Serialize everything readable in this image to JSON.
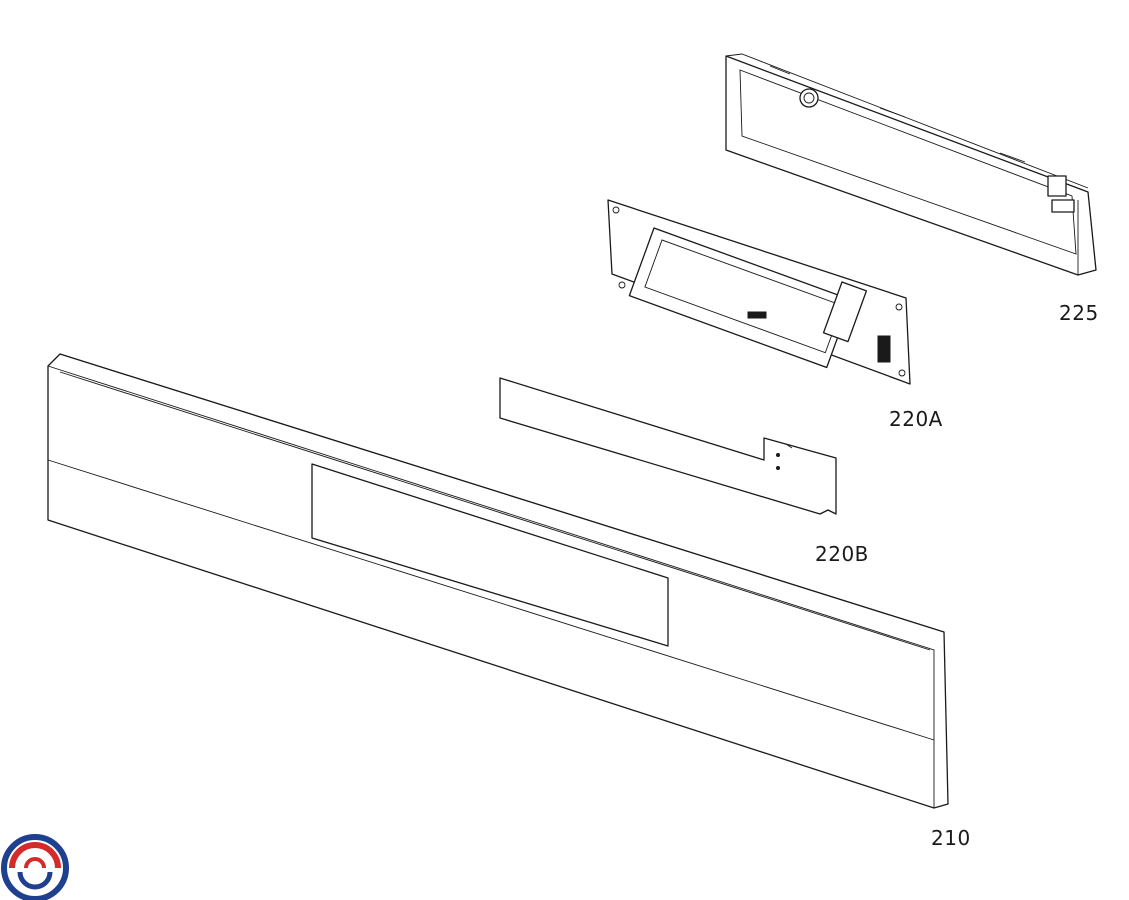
{
  "callouts": {
    "panel_210": "210",
    "board_220A": "220A",
    "strip_220B": "220B",
    "housing_225": "225"
  },
  "logo": {
    "colors": {
      "blue": "#1f3f8f",
      "red": "#d42a2a"
    }
  }
}
